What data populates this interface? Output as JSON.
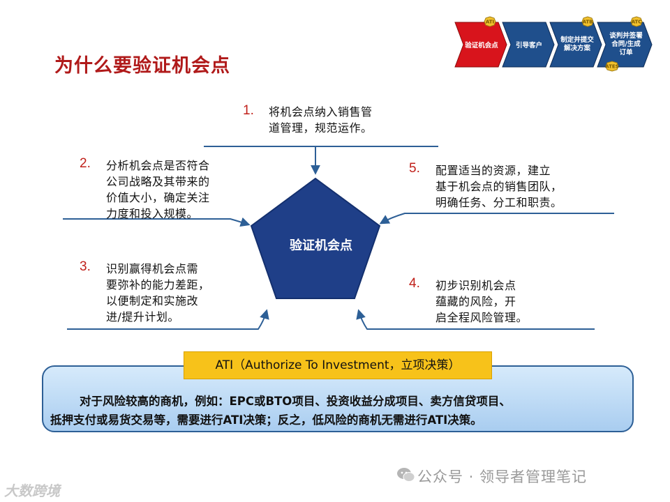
{
  "title": "为什么要验证机会点",
  "process": {
    "steps": [
      "验证机会点",
      "引导客户",
      "制定并提交\n解决方案",
      "谈判并签署\n合同/生成\n订单"
    ],
    "badges": [
      "ATI",
      "ATB",
      "ATC",
      "ATES"
    ]
  },
  "center": "验证机会点",
  "items": [
    {
      "num": "1.",
      "text": [
        "将机会点纳入销售管",
        "道管理，规范运作。"
      ]
    },
    {
      "num": "2.",
      "text": [
        "分析机会点是否符合",
        "公司战略及其带来的",
        "价值大小，确定关注",
        "力度和投入规模。"
      ]
    },
    {
      "num": "3.",
      "text": [
        "识别赢得机会点需",
        "要弥补的能力差距，",
        "以便制定和实施改",
        "进/提升计划。"
      ]
    },
    {
      "num": "4.",
      "text": [
        "初步识别机会点",
        "蕴藏的风险，开",
        "启全程风险管理。"
      ]
    },
    {
      "num": "5.",
      "text": [
        "配置适当的资源，建立",
        "基于机会点的销售团队，",
        "明确任务、分工和职责。"
      ]
    }
  ],
  "ati": {
    "title": "ATI（Authorize To Investment，立项决策）",
    "lines": [
      "对于风险较高的商机，例如：EPC或BTO项目、投资收益分成项目、卖方信贷项目、",
      "抵押支付或易货交易等，需要进行ATI决策；反之，低风险的商机无需进行ATI决策。"
    ]
  },
  "watermark": "公众号 · 领导者管理笔记",
  "watermark_left": "大数跨境",
  "colors": {
    "title": "#b01a1a",
    "active_step": "#d8141c",
    "step": "#1f4f8c",
    "pentagon": "#1f3f88",
    "ati_title_bg": "#f7c21a",
    "ati_box": "#a9cdf0"
  }
}
